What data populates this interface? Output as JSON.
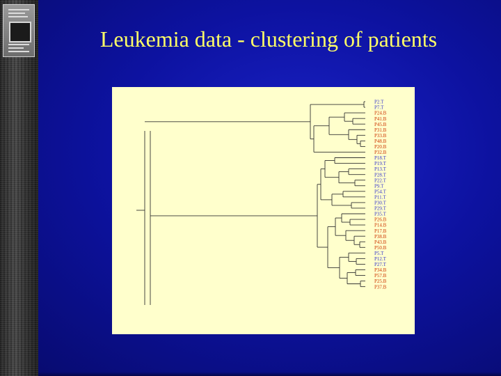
{
  "slide": {
    "title": "Leukemia data - clustering of patients",
    "background_color": "#0d12a0",
    "title_color": "#ffff66",
    "panel_color": "#ffffcc"
  },
  "dendrogram": {
    "label_colors": {
      "T": "#3333cc",
      "B": "#cc3300"
    },
    "leaves": [
      {
        "label": "P2.T",
        "cls": "T"
      },
      {
        "label": "P7.T",
        "cls": "T"
      },
      {
        "label": "P24.B",
        "cls": "B"
      },
      {
        "label": "P41.B",
        "cls": "B"
      },
      {
        "label": "P45.B",
        "cls": "B"
      },
      {
        "label": "P31.B",
        "cls": "B"
      },
      {
        "label": "P33.B",
        "cls": "B"
      },
      {
        "label": "P48.B",
        "cls": "B"
      },
      {
        "label": "P20.B",
        "cls": "B"
      },
      {
        "label": "P32.B",
        "cls": "B"
      },
      {
        "label": "P18.T",
        "cls": "T"
      },
      {
        "label": "P19.T",
        "cls": "T"
      },
      {
        "label": "P13.T",
        "cls": "T"
      },
      {
        "label": "P28.T",
        "cls": "T"
      },
      {
        "label": "P22.T",
        "cls": "T"
      },
      {
        "label": "P9.T",
        "cls": "T"
      },
      {
        "label": "P54.T",
        "cls": "T"
      },
      {
        "label": "P11.T",
        "cls": "T"
      },
      {
        "label": "P30.T",
        "cls": "T"
      },
      {
        "label": "P29.T",
        "cls": "T"
      },
      {
        "label": "P35.T",
        "cls": "T"
      },
      {
        "label": "P26.B",
        "cls": "B"
      },
      {
        "label": "P14.B",
        "cls": "B"
      },
      {
        "label": "P17.B",
        "cls": "B"
      },
      {
        "label": "P38.B",
        "cls": "B"
      },
      {
        "label": "P43.B",
        "cls": "B"
      },
      {
        "label": "P50.B",
        "cls": "B"
      },
      {
        "label": "P5.T",
        "cls": "T"
      },
      {
        "label": "P12.T",
        "cls": "T"
      },
      {
        "label": "P27.T",
        "cls": "T"
      },
      {
        "label": "P34.B",
        "cls": "B"
      },
      {
        "label": "P57.B",
        "cls": "B"
      },
      {
        "label": "P25.B",
        "cls": "B"
      },
      {
        "label": "P37.B",
        "cls": "B"
      }
    ]
  }
}
